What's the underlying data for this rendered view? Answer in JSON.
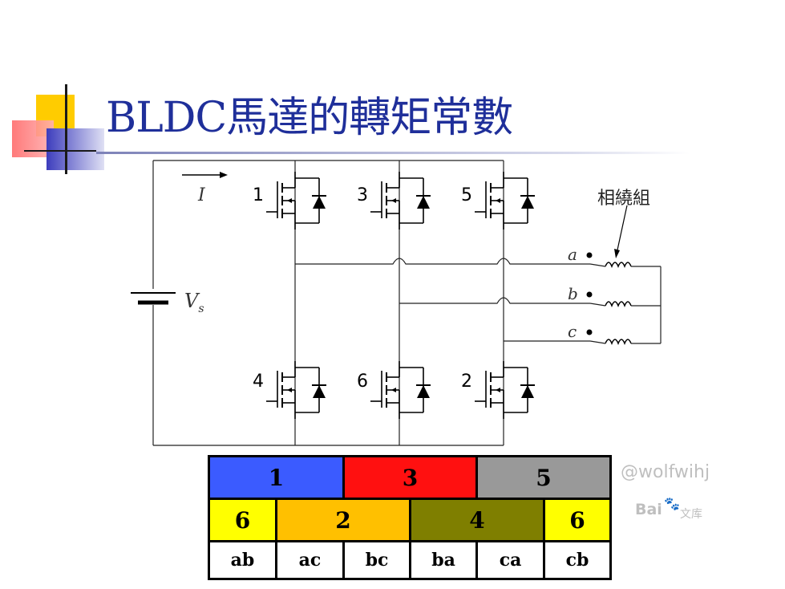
{
  "slide": {
    "title": "BLDC馬達的轉矩常數"
  },
  "circuit": {
    "current_label": "I",
    "voltage_label": "V",
    "voltage_subscript": "s",
    "winding_label": "相繞組",
    "phases": [
      "a",
      "b",
      "c"
    ],
    "switches_top": [
      "1",
      "3",
      "5"
    ],
    "switches_bottom": [
      "4",
      "6",
      "2"
    ]
  },
  "table": {
    "row1": [
      {
        "text": "1",
        "color": "#3b5bff"
      },
      {
        "text": "3",
        "color": "#ff1010"
      },
      {
        "text": "5",
        "color": "#999999"
      }
    ],
    "row2": [
      {
        "text": "6",
        "color": "#ffff00"
      },
      {
        "text": "2",
        "color": "#ffc000"
      },
      {
        "text": "4",
        "color": "#7f7f00"
      },
      {
        "text": "6",
        "color": "#ffff00"
      }
    ],
    "row3": [
      "ab",
      "ac",
      "bc",
      "ba",
      "ca",
      "cb"
    ]
  },
  "watermark": {
    "handle": "@wolfwihj",
    "brand": "Bai",
    "brand_cn": "文库"
  }
}
